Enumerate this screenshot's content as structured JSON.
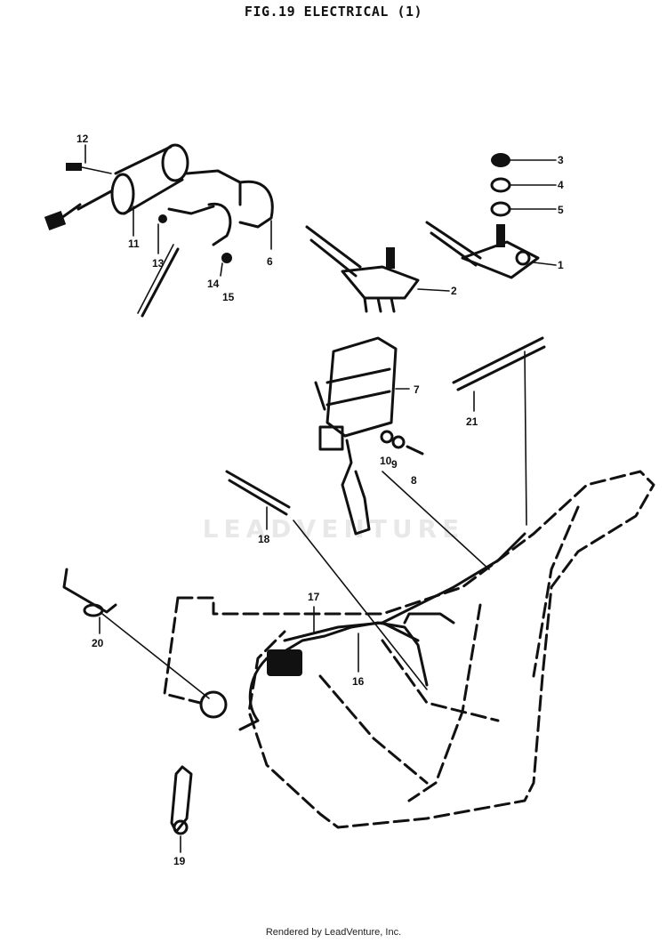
{
  "title": "FIG.19 ELECTRICAL (1)",
  "watermark": "LEADVENTURE",
  "footer": "Rendered by LeadVenture, Inc.",
  "callouts": {
    "c1": "1",
    "c2": "2",
    "c3": "3",
    "c4": "4",
    "c5": "5",
    "c6": "6",
    "c7": "7",
    "c8": "8",
    "c9": "9",
    "c10": "10",
    "c11": "11",
    "c12": "12",
    "c13": "13",
    "c14": "14",
    "c15": "15",
    "c16": "16",
    "c17": "17",
    "c18": "18",
    "c19": "19",
    "c20": "20",
    "c21": "21"
  }
}
